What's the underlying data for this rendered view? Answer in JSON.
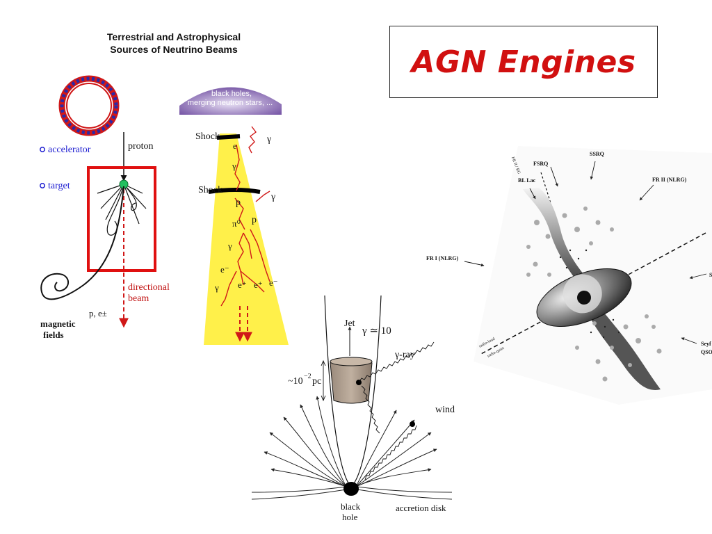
{
  "slide": {
    "title": "AGN Engines"
  },
  "panel_neutrino": {
    "heading_line1": "Terrestrial  and  Astrophysical",
    "heading_line2": "Sources of Neutrino Beams",
    "accelerator_label": "accelerator",
    "target_label": "target",
    "proton_label": "proton",
    "directional_beam_line1": "directional",
    "directional_beam_line2": "beam",
    "particles_label": "p, e±",
    "magnetic_fields_line1": "magnetic",
    "magnetic_fields_line2": "fields",
    "source_line1": "black holes,",
    "source_line2": "merging neutron stars, ...",
    "shock1_label": "Shock",
    "shock2_label": "Shock",
    "e_label": "e",
    "gamma_label": "γ",
    "p_label": "p",
    "pi0_label": "π⁰",
    "e_minus_label": "e⁻",
    "e_plus_label": "e⁺",
    "colors": {
      "ring_outer": "#d01818",
      "ring_inner": "#2a2aa8",
      "target_box": "#e01010",
      "cone": "#fff04a",
      "source_cap": "#8060b0",
      "label_blue": "#1a1ad0",
      "label_red": "#c01010"
    }
  },
  "panel_jet": {
    "jet_label": "Jet",
    "gamma_factor": "γ ≃ 10",
    "gamma_ray_label": "γ-ray",
    "scale_label": "~10",
    "scale_exp": "−2",
    "scale_unit": "pc",
    "wind_label": "wind",
    "black_hole_line1": "black",
    "black_hole_line2": "hole",
    "accretion_disk_label": "accretion disk",
    "colors": {
      "blob": "#a89888",
      "bh": "#000000"
    }
  },
  "panel_unified": {
    "fsrq": "FSRQ",
    "ssrq": "SSRQ",
    "bl_lac": "BL Lac",
    "fr2": "FR II (NLRG)",
    "fr1": "FR I (NLRG)",
    "radio_loud": "radio-loud",
    "radio_quiet": "radio-quiet",
    "seyfert_partial": "Seyf",
    "qso_partial": "QSO",
    "s_partial": "S",
    "fr_rg_partial": "FR II / RG"
  }
}
